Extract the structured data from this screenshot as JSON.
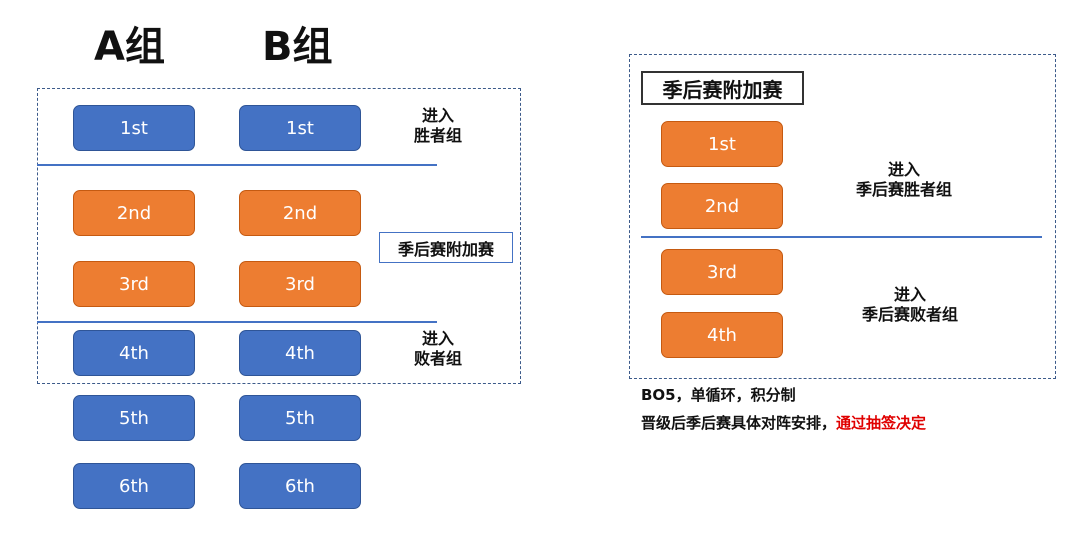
{
  "group_a_title": "A组",
  "group_b_title": "B组",
  "group_a_items": [
    "1st",
    "2nd",
    "3rd",
    "4th",
    "5th",
    "6th"
  ],
  "group_b_items": [
    "1st",
    "2nd",
    "3rd",
    "4th",
    "5th",
    "6th"
  ],
  "left_labels": {
    "winners": [
      "进入",
      "胜者组"
    ],
    "playin": "季后赛附加赛",
    "losers": [
      "进入",
      "败者组"
    ]
  },
  "right_panel": {
    "title": "季后赛附加赛",
    "items": [
      "1st",
      "2nd",
      "3rd",
      "4th"
    ],
    "top_label": [
      "进入",
      "季后赛胜者组"
    ],
    "bottom_label": [
      "进入",
      "季后赛败者组"
    ]
  },
  "notes": {
    "line1": "BO5，单循环，积分制",
    "line2_prefix": "晋级后季后赛具体对阵安排，",
    "line2_highlight": "通过抽签决定"
  },
  "colors": {
    "blue": "#4472c4",
    "orange": "#ed7d31",
    "highlight_red": "#e00000"
  }
}
